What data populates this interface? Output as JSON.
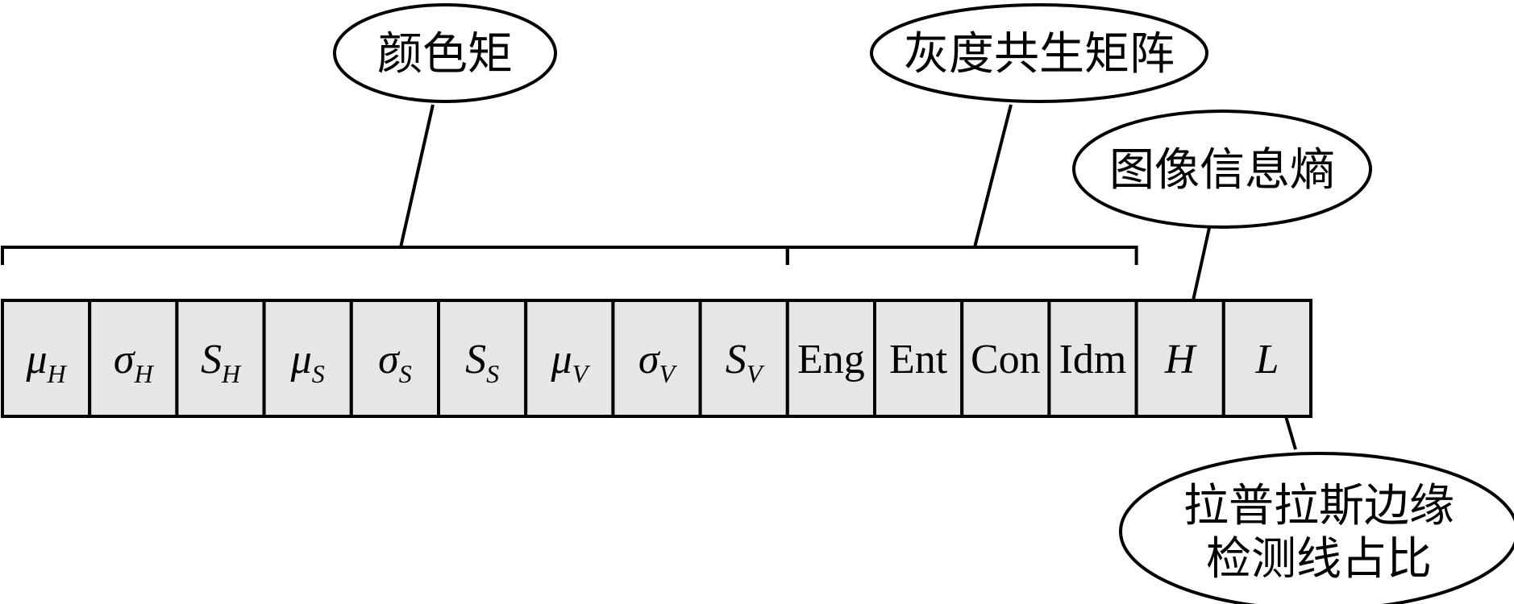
{
  "cells": [
    {
      "main": "μ",
      "sub": "H",
      "style": "math"
    },
    {
      "main": "σ",
      "sub": "H",
      "style": "math"
    },
    {
      "main": "S",
      "sub": "H",
      "style": "math"
    },
    {
      "main": "μ",
      "sub": "S",
      "style": "math"
    },
    {
      "main": "σ",
      "sub": "S",
      "style": "math"
    },
    {
      "main": "S",
      "sub": "S",
      "style": "math"
    },
    {
      "main": "μ",
      "sub": "V",
      "style": "math"
    },
    {
      "main": "σ",
      "sub": "V",
      "style": "math"
    },
    {
      "main": "S",
      "sub": "V",
      "style": "math"
    },
    {
      "main": "Eng",
      "sub": "",
      "style": "plain"
    },
    {
      "main": "Ent",
      "sub": "",
      "style": "plain"
    },
    {
      "main": "Con",
      "sub": "",
      "style": "plain"
    },
    {
      "main": "Idm",
      "sub": "",
      "style": "plain"
    },
    {
      "main": "H",
      "sub": "",
      "style": "italic"
    },
    {
      "main": "L",
      "sub": "",
      "style": "italic"
    }
  ],
  "groups": [
    {
      "label_lines": [
        "颜色矩"
      ],
      "from": 0,
      "to": 8
    },
    {
      "label_lines": [
        "灰度共生矩阵"
      ],
      "from": 9,
      "to": 12
    },
    {
      "label_lines": [
        "图像信息熵"
      ],
      "from": 13,
      "to": 13
    },
    {
      "label_lines": [
        "拉普拉斯边缘",
        "检测线占比"
      ],
      "from": 14,
      "to": 14
    }
  ],
  "colors": {
    "cell_fill": "#e6e6e6",
    "stroke": "#000000",
    "background": "#ffffff"
  }
}
